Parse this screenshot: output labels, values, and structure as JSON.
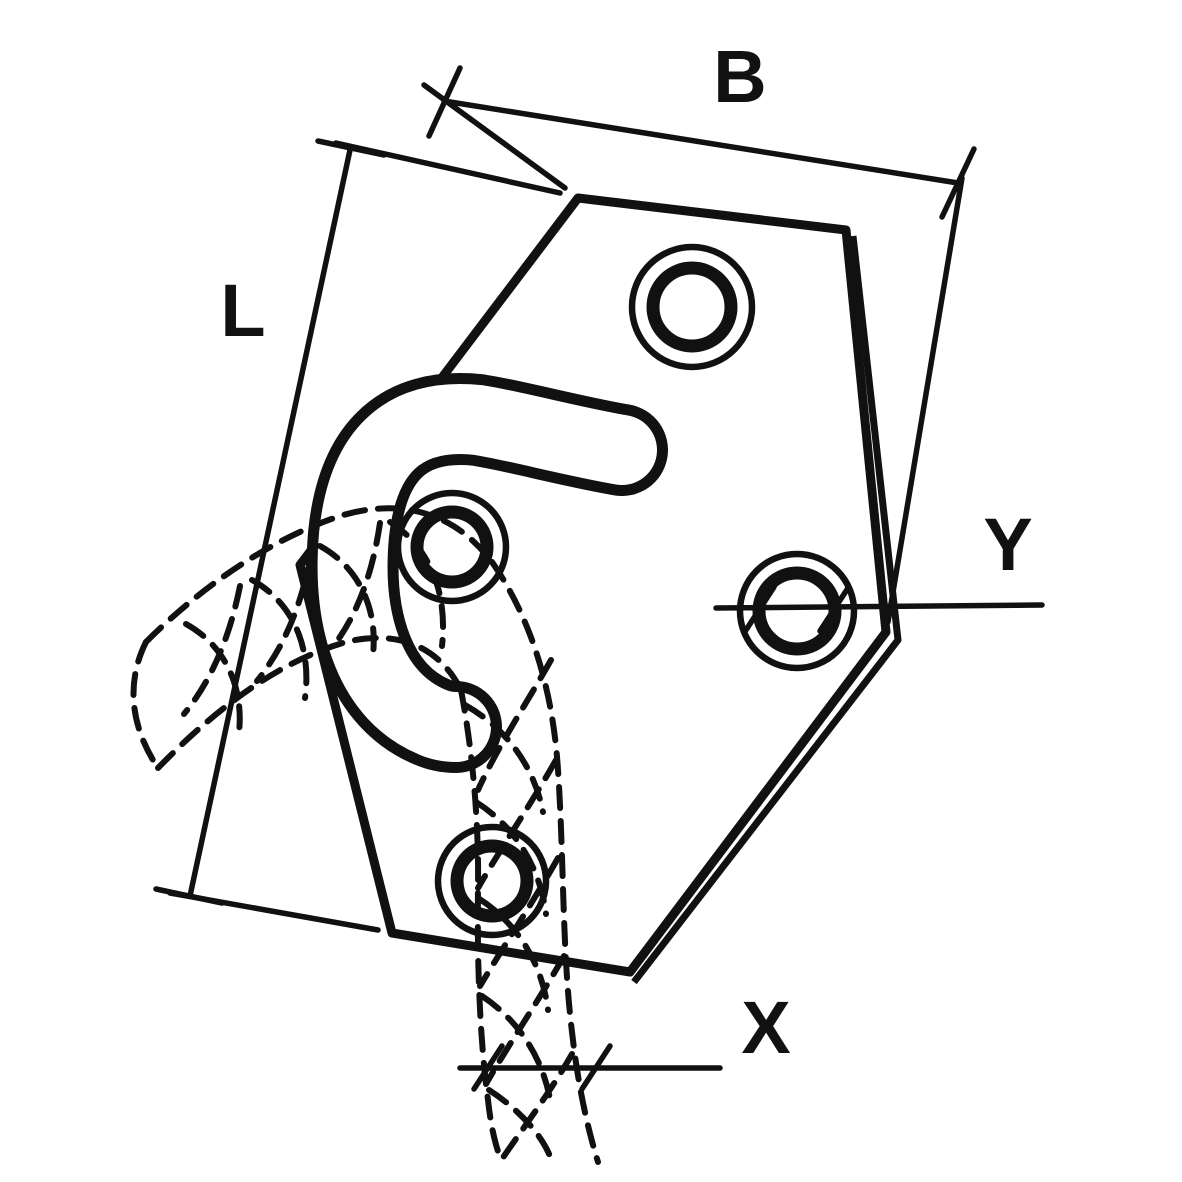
{
  "drawing": {
    "type": "technical-line-drawing",
    "subject": "mounting-plate-with-hook-and-rope",
    "background": "#ffffff",
    "line_color": "#111111",
    "labels": {
      "width": "B",
      "length": "L",
      "hole": "Y",
      "rope": "X"
    }
  }
}
